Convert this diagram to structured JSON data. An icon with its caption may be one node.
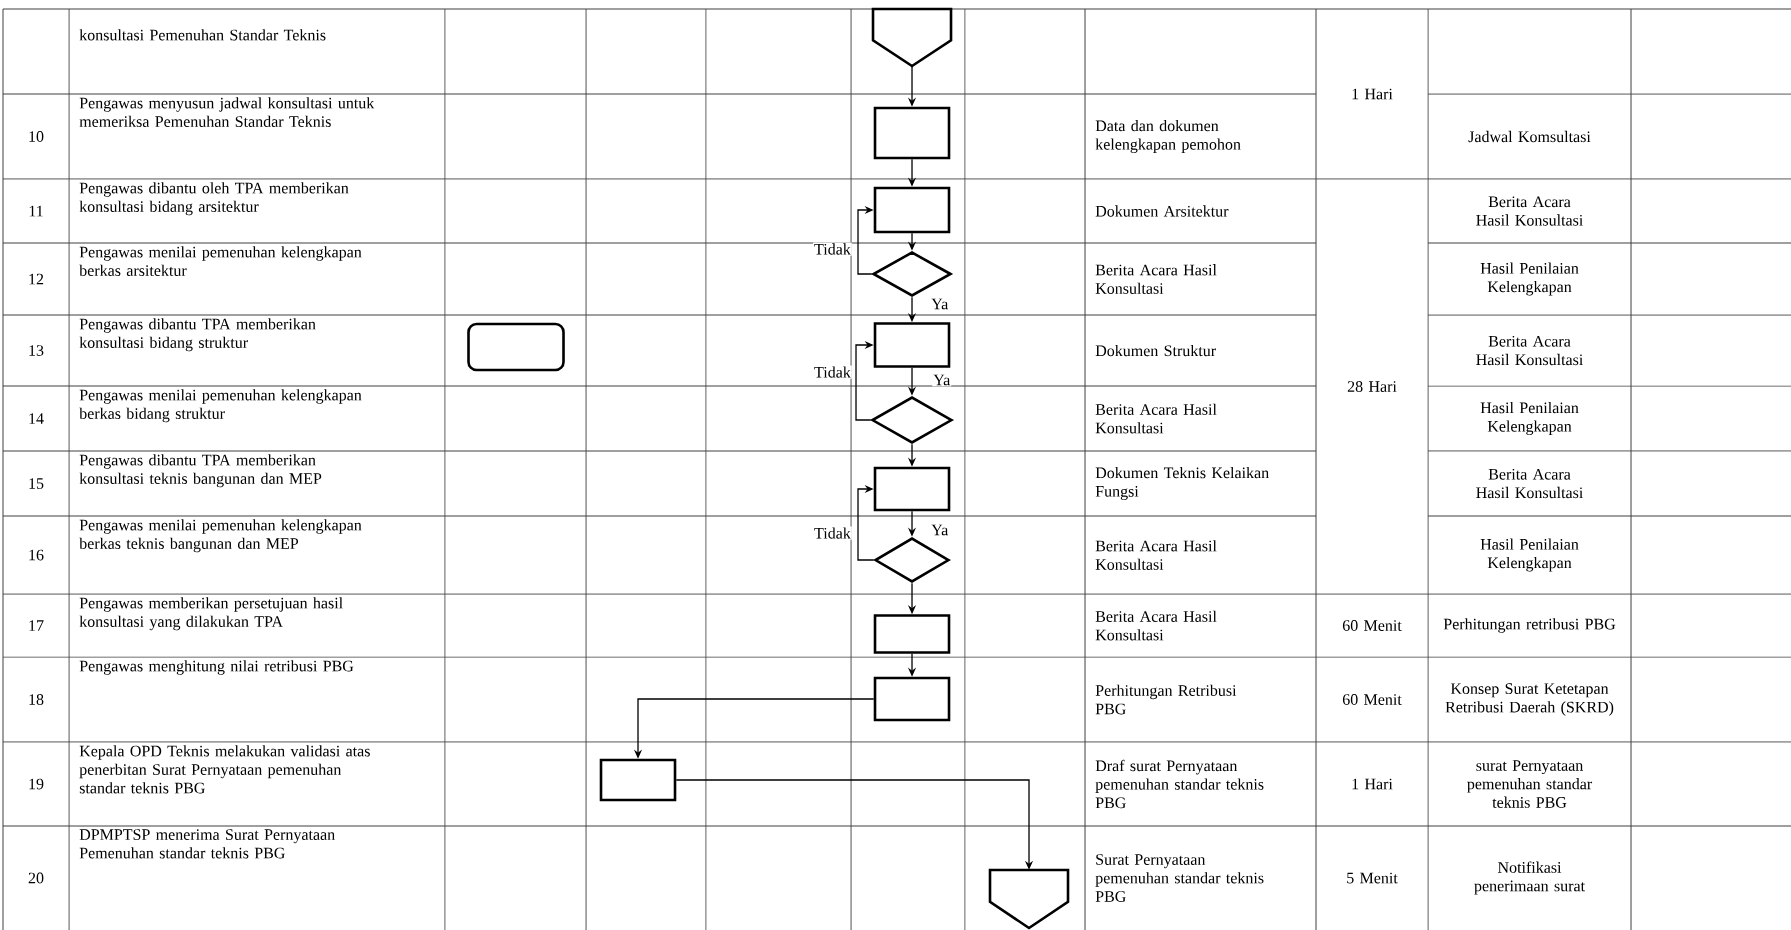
{
  "diagram": {
    "nodes": [
      {
        "text": [],
        "shape": "pentagon"
      },
      {
        "text": [],
        "shape": "box"
      },
      {
        "text": [],
        "shape": "box"
      },
      {
        "text": [],
        "shape": "diamond"
      },
      {
        "text": [],
        "shape": "box"
      },
      {
        "text": [],
        "shape": "box"
      },
      {
        "text": [],
        "shape": "diamond"
      },
      {
        "text": [],
        "shape": "box"
      },
      {
        "text": [],
        "shape": "diamond"
      },
      {
        "text": [],
        "shape": "box"
      },
      {
        "text": [],
        "shape": "box"
      },
      {
        "text": [],
        "shape": "box"
      },
      {
        "text": [],
        "shape": "pentagon"
      }
    ],
    "edges": [
      {
        "from": 0,
        "to": 1,
        "arrow": "to"
      },
      {
        "from": 1,
        "to": 2,
        "arrow": "to"
      },
      {
        "from": 2,
        "to": 3,
        "arrow": "to"
      },
      {
        "from": 3,
        "to": 5,
        "arrow": "to",
        "label": "Ya"
      },
      {
        "from": 3,
        "to": 2,
        "arrow": "to",
        "label": "Tidak"
      },
      {
        "from": 5,
        "to": 6,
        "arrow": "to",
        "label": "Ya"
      },
      {
        "from": 6,
        "to": 5,
        "arrow": "to",
        "label": "Tidak"
      },
      {
        "from": 6,
        "to": 7,
        "arrow": "to"
      },
      {
        "from": 7,
        "to": 8,
        "arrow": "to",
        "label": "Ya"
      },
      {
        "from": 8,
        "to": 7,
        "arrow": "to",
        "label": "Tidak"
      },
      {
        "from": 8,
        "to": 9,
        "arrow": "to"
      },
      {
        "from": 9,
        "to": 10,
        "arrow": "to"
      },
      {
        "from": 10,
        "to": 11,
        "arrow": "to"
      },
      {
        "from": 11,
        "to": 12,
        "arrow": "to"
      }
    ],
    "labels": [
      "konsultasi Pemenuhan Standar Teknis",
      "1 Hari",
      "10",
      "Pengawas menyusun jadwal konsultasi untuk memeriksa Pemenuhan Standar Teknis",
      "Data dan dokumen kelengkapan pemohon",
      "Jadwal Komsultasi",
      "11",
      "Pengawas dibantu oleh TPA memberikan konsultasi bidang arsitektur",
      "Dokumen Arsitektur",
      "28 Hari",
      "Berita Acara Hasil Konsultasi",
      "12",
      "Pengawas menilai pemenuhan kelengkapan berkas arsitektur",
      "Berita Acara Hasil Konsultasi",
      "Hasil Penilaian Kelengkapan",
      "13",
      "Pengawas dibantu TPA memberikan konsultasi bidang struktur",
      "Dokumen Struktur",
      "Berita Acara Hasil Konsultasi",
      "14",
      "Pengawas menilai pemenuhan kelengkapan berkas bidang struktur",
      "Berita Acara Hasil Konsultasi",
      "Hasil Penilaian Kelengkapan",
      "15",
      "Pengawas dibantu TPA memberikan konsultasi teknis bangunan dan MEP",
      "Dokumen Teknis Kelaikan Fungsi",
      "Berita Acara Hasil Konsultasi",
      "16",
      "Pengawas menilai pemenuhan kelengkapan berkas teknis bangunan dan MEP",
      "Berita Acara Hasil Konsultasi",
      "Hasil Penilaian Kelengkapan",
      "17",
      "Pengawas memberikan persetujuan hasil konsultasi yang dilakukan TPA",
      "Berita Acara Hasil Konsultasi",
      "60 Menit",
      "Perhitungan retribusi PBG",
      "18",
      "Pengawas menghitung nilai retribusi PBG",
      "Perhitungan Retribusi PBG",
      "60 Menit",
      "Konsep Surat Ketetapan Retribusi Daerah (SKRD)",
      "19",
      "Kepala OPD Teknis melakukan validasi atas penerbitan Surat Pernyataan pemenuhan standar teknis PBG",
      "Draf surat Pernyataan pemenuhan standar teknis PBG",
      "1 Hari",
      "surat Pernyataan pemenuhan standar teknis PBG",
      "20",
      "DPMPTSP menerima Surat Pernyataan Pemenuhan standar teknis PBG",
      "Surat Pernyataan pemenuhan standar teknis PBG",
      "5 Menit",
      "Notifikasi penerimaan surat"
    ]
  }
}
